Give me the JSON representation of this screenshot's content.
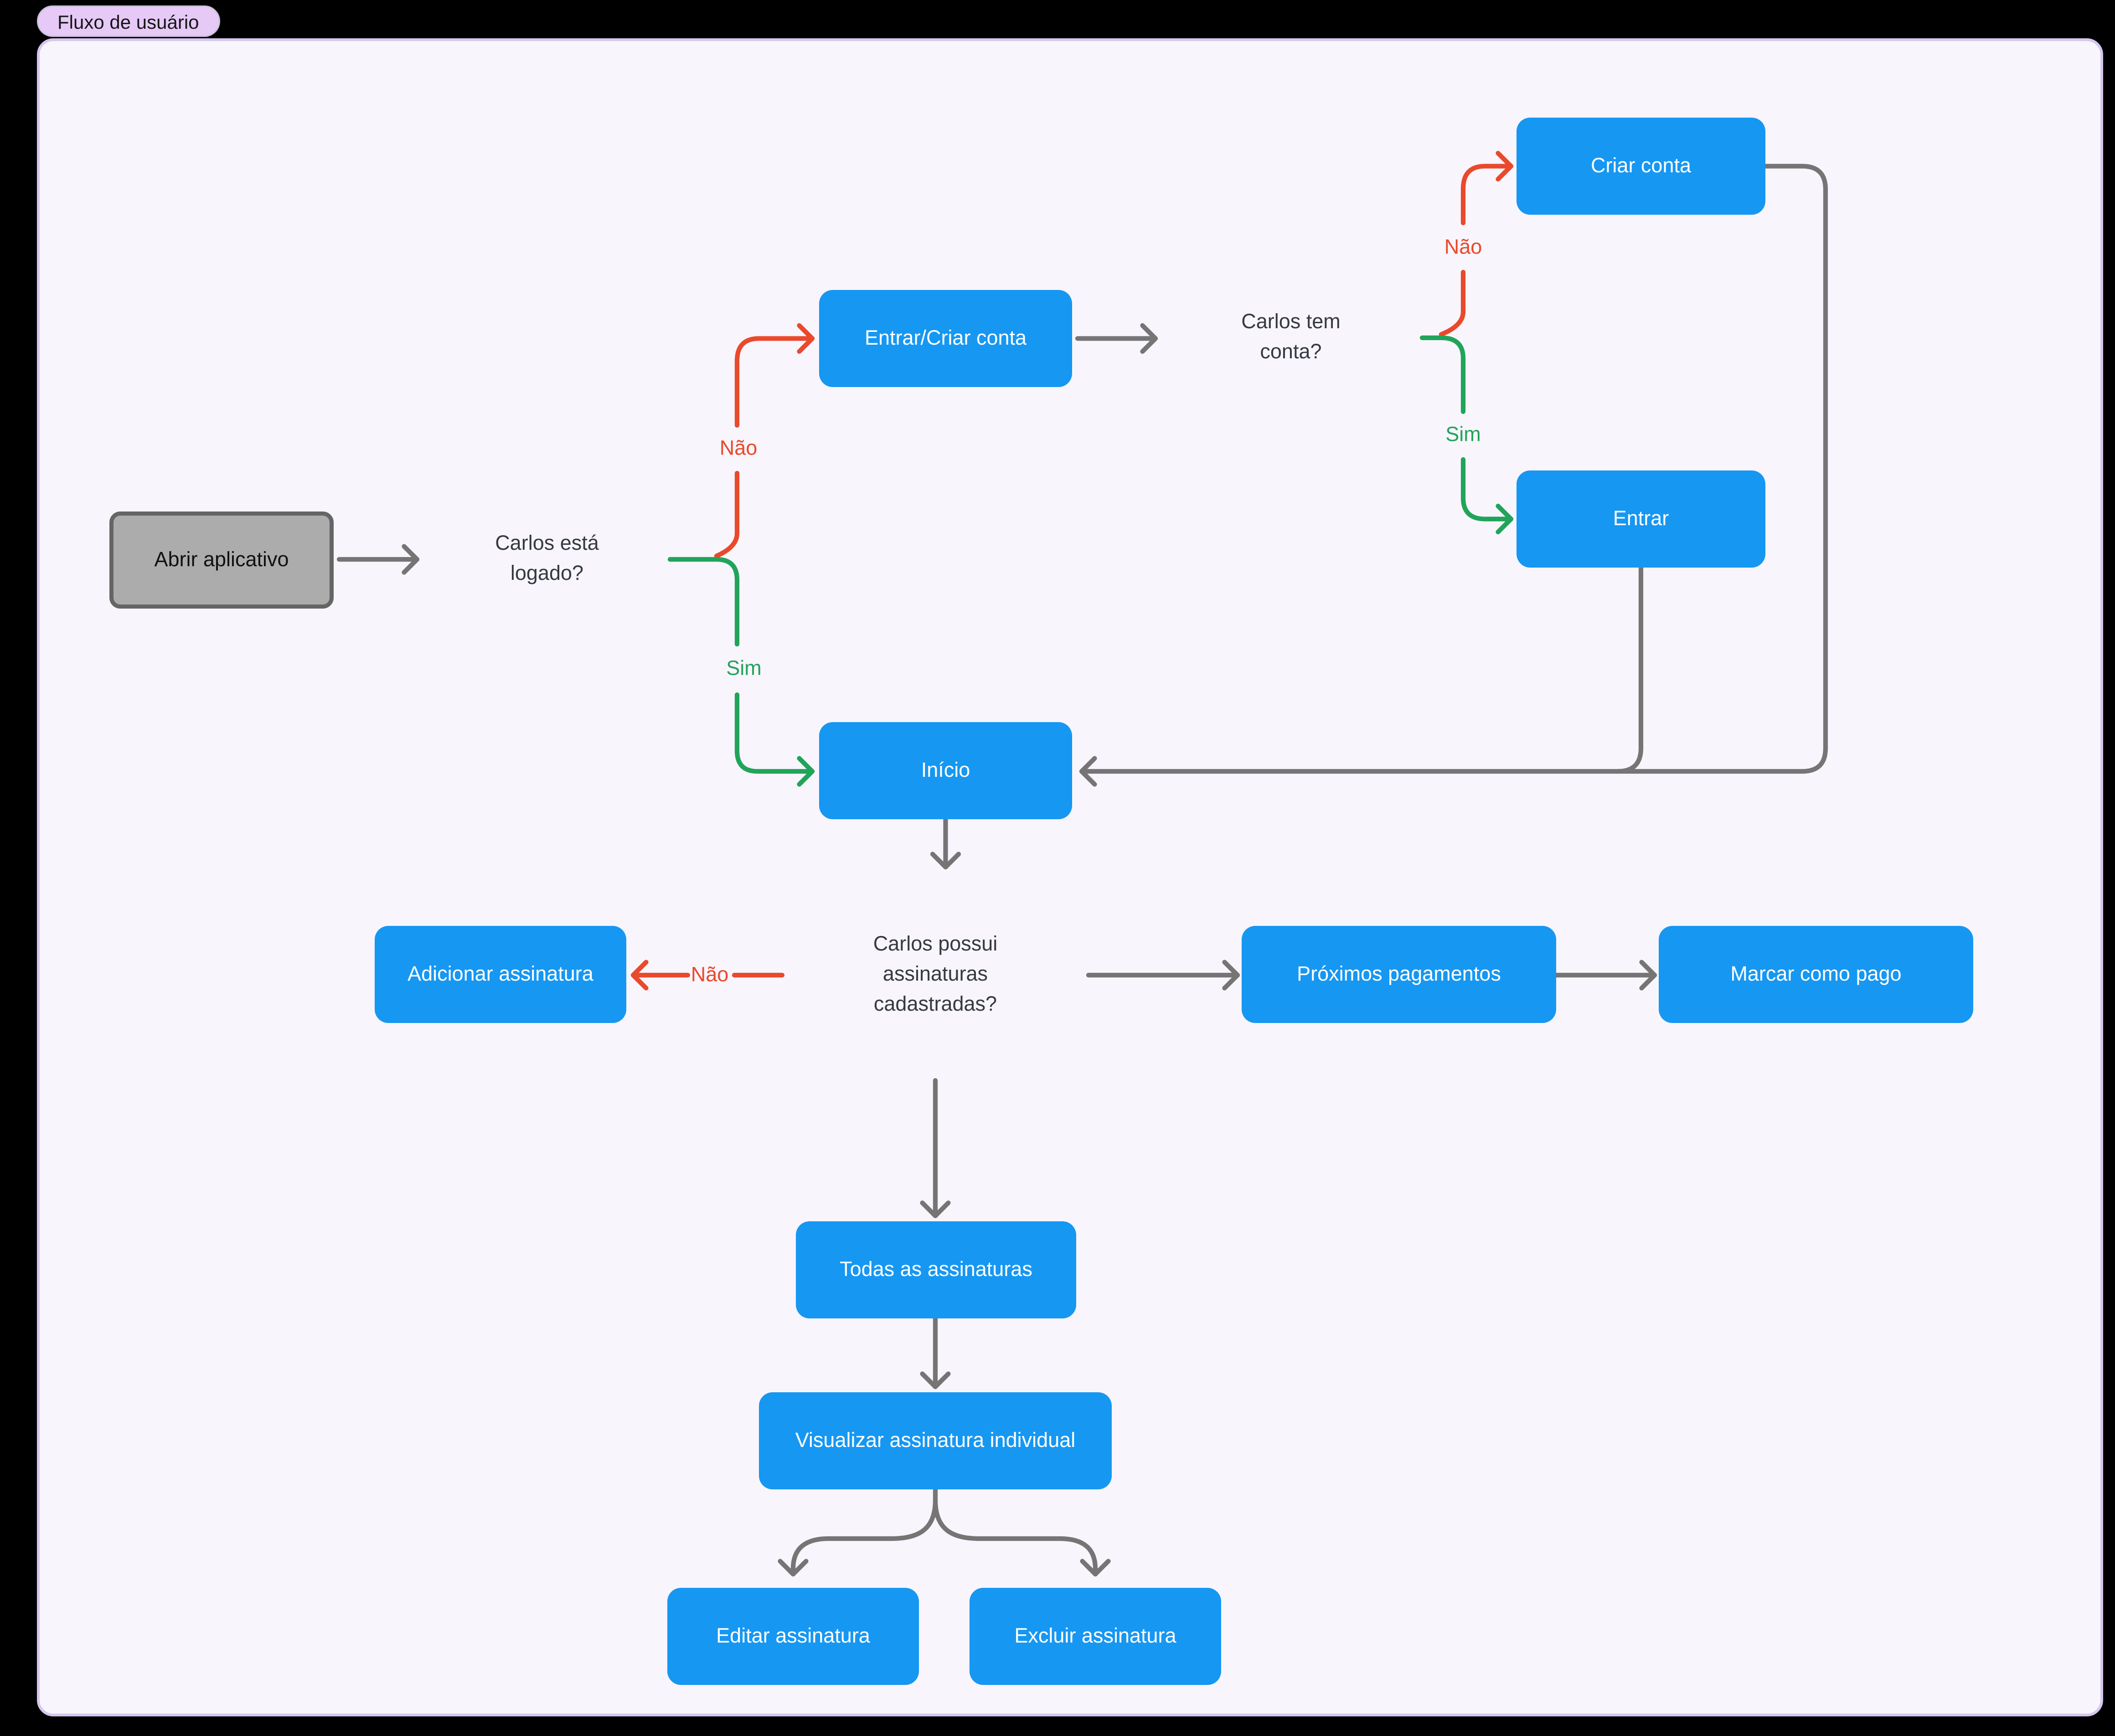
{
  "badge": {
    "label": "Fluxo de usuário"
  },
  "nodes": {
    "abrir": {
      "label": "Abrir aplicativo"
    },
    "carlos_logado": {
      "label": "Carlos está\nlogado?"
    },
    "entrar_criar": {
      "label": "Entrar/Criar conta"
    },
    "carlos_tem_conta": {
      "label": "Carlos tem\nconta?"
    },
    "criar_conta": {
      "label": "Criar conta"
    },
    "entrar": {
      "label": "Entrar"
    },
    "inicio": {
      "label": "Início"
    },
    "carlos_assinaturas": {
      "label": "Carlos possui\nassinaturas\ncadastradas?"
    },
    "adicionar": {
      "label": "Adicionar assinatura"
    },
    "proximos": {
      "label": "Próximos pagamentos"
    },
    "marcar": {
      "label": "Marcar como pago"
    },
    "todas": {
      "label": "Todas as assinaturas"
    },
    "visualizar": {
      "label": "Visualizar assinatura individual"
    },
    "editar": {
      "label": "Editar assinatura"
    },
    "excluir": {
      "label": "Excluir assinatura"
    }
  },
  "edge_labels": {
    "logado_nao": "Não",
    "logado_sim": "Sim",
    "conta_nao": "Não",
    "conta_sim": "Sim",
    "assinaturas_nao": "Não"
  },
  "colors": {
    "process_fill": "#1697f2",
    "process_text": "#ffffff",
    "decision_fill": "#bde0fa",
    "decision_text": "#343a40",
    "start_fill": "#acacac",
    "start_border": "#656565",
    "connector_gray": "#757575",
    "connector_no": "#e9492c",
    "connector_yes": "#21a45a",
    "canvas_bg": "#f8f5fc",
    "badge_bg": "#e6c9f6",
    "page_bg": "#000000"
  }
}
